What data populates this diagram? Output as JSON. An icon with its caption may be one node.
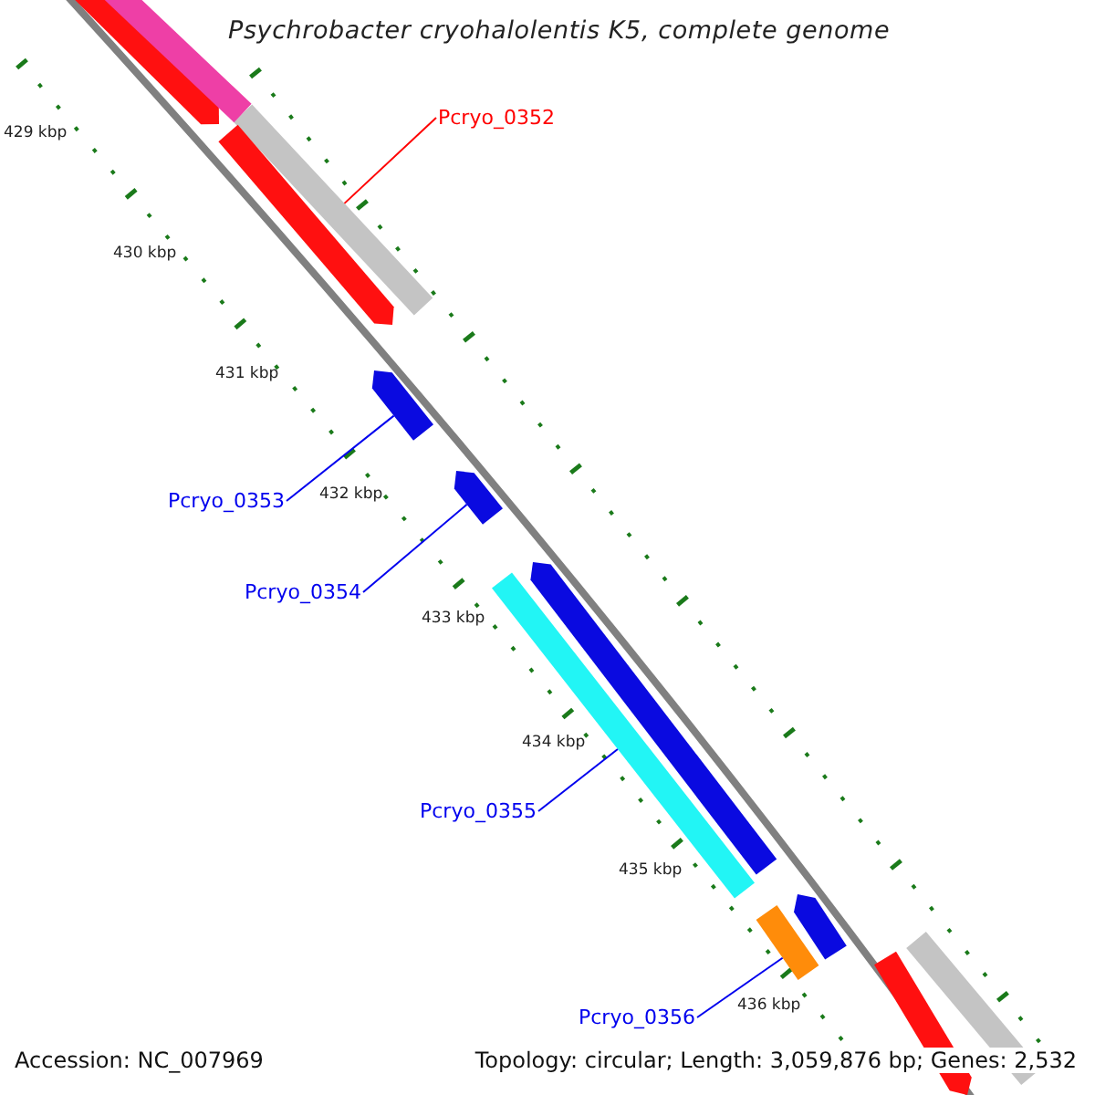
{
  "diagram": {
    "title": "Psychrobacter cryohalolentis K5, complete genome",
    "nodes": [
      {
        "text": [
          "Pcryo_0352"
        ]
      },
      {
        "text": [
          "Pcryo_0353"
        ]
      },
      {
        "text": [
          "Pcryo_0354"
        ]
      },
      {
        "text": [
          "Pcryo_0355"
        ]
      },
      {
        "text": [
          "Pcryo_0356"
        ]
      },
      {
        "text": [],
        "shape": "bar"
      },
      {
        "text": [],
        "shape": "bar"
      },
      {
        "text": [],
        "shape": "bar"
      },
      {
        "text": [],
        "shape": "bar"
      },
      {
        "text": [],
        "shape": "bar"
      },
      {
        "text": [],
        "shape": "bar"
      },
      {
        "text": [],
        "shape": "bar"
      },
      {
        "text": [],
        "shape": "bar"
      },
      {
        "text": [],
        "shape": "bar"
      },
      {
        "text": [],
        "shape": "bar"
      },
      {
        "text": [],
        "shape": "bar"
      },
      {
        "text": [],
        "shape": "bar"
      }
    ],
    "edges": [
      {
        "from": 0,
        "to": 5,
        "arrow": "none",
        "color": "#ff0000"
      },
      {
        "from": 1,
        "to": 6,
        "arrow": "none"
      },
      {
        "from": 2,
        "to": 7,
        "arrow": "none"
      },
      {
        "from": 3,
        "to": 8,
        "arrow": "none"
      },
      {
        "from": 4,
        "to": 9,
        "arrow": "none"
      }
    ],
    "labels": [
      "429 kbp",
      "430 kbp",
      "431 kbp",
      "432 kbp",
      "433 kbp",
      "434 kbp",
      "435 kbp",
      "436 kbp",
      "Accession: NC_007969",
      "Topology: circular; Length: 3,059,876 bp; Genes: 2,532"
    ]
  }
}
